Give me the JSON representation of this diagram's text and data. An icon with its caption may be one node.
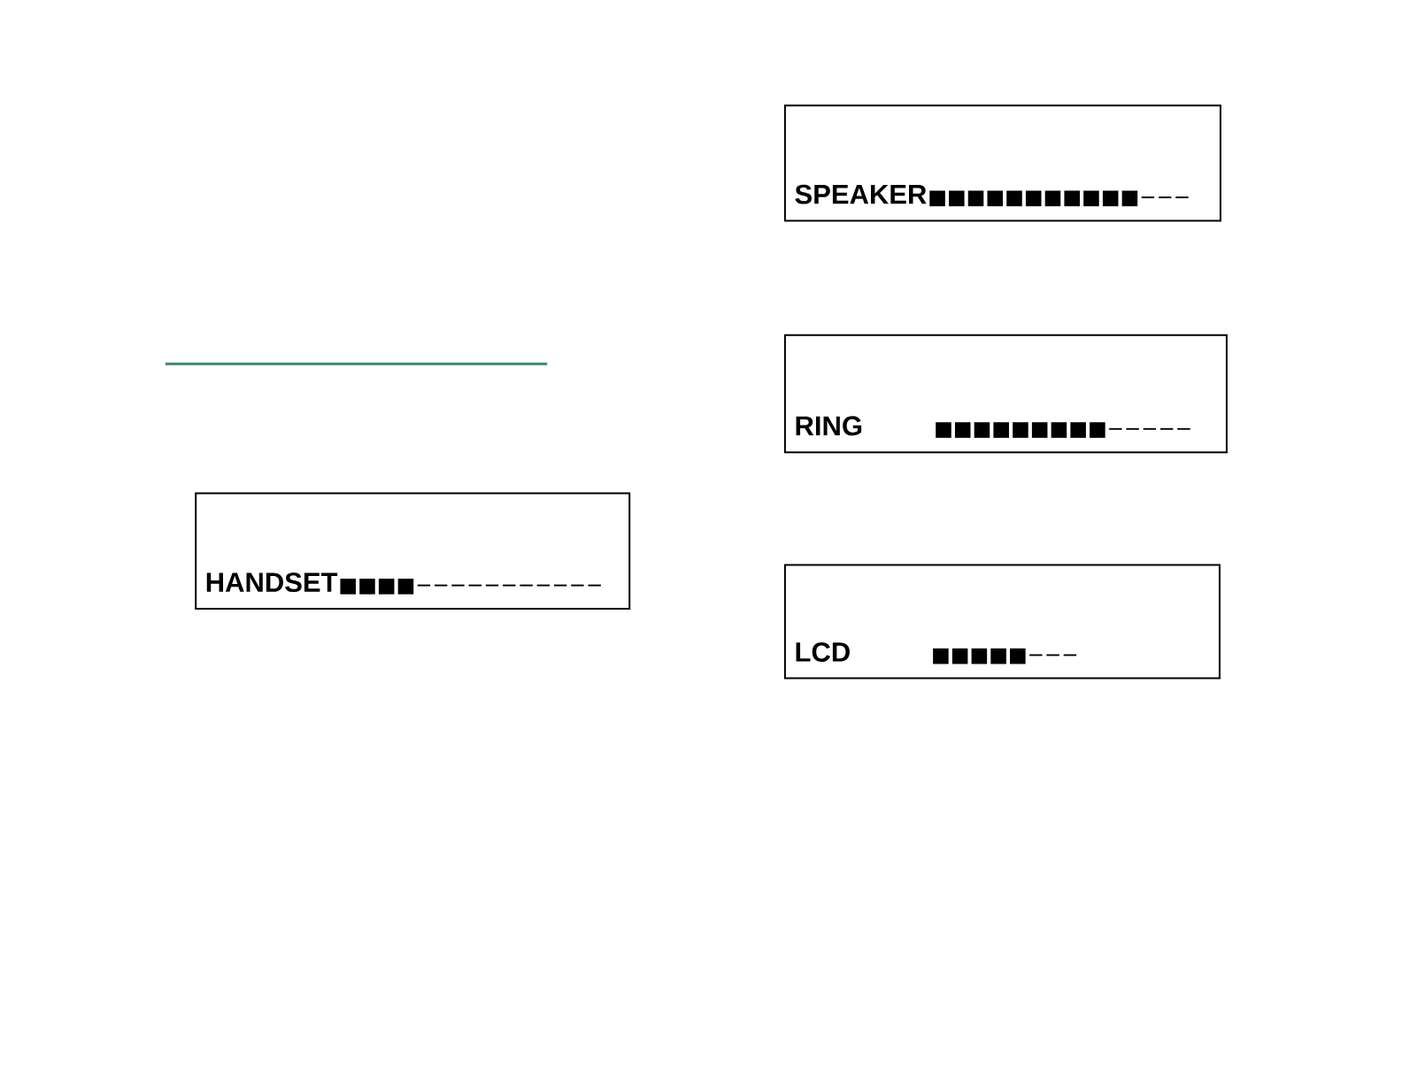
{
  "diagram": {
    "nodes": [
      {
        "text": [
          "SPEAKER",
          "■■■■■■■■■■■−−−"
        ]
      },
      {
        "text": [
          "RING",
          "■■■■■■■■■−−−−−"
        ]
      },
      {
        "text": [
          "HANDSET",
          "■■■■−−−−−−−−−−−"
        ]
      },
      {
        "text": [
          "LCD",
          "■■■■■−−−"
        ]
      }
    ]
  }
}
